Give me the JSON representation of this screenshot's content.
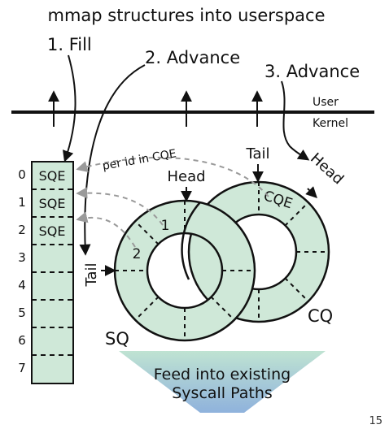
{
  "title": "mmap structures into userspace",
  "steps": {
    "fill": "1. Fill",
    "advance_sq": "2. Advance",
    "advance_cq": "3. Advance"
  },
  "boundary": {
    "user": "User",
    "kernel": "Kernel"
  },
  "sq_array": {
    "indices": [
      "0",
      "1",
      "2",
      "3",
      "4",
      "5",
      "6",
      "7"
    ],
    "entries": [
      "SQE",
      "SQE",
      "SQE"
    ]
  },
  "annotation": "per id in CQE",
  "sq_ring": {
    "name": "SQ",
    "tail": "Tail",
    "head": "Head",
    "slots": [
      "1",
      "2"
    ]
  },
  "cq_ring": {
    "name": "CQ",
    "tail": "Tail",
    "head": "Head",
    "entry": "CQE"
  },
  "syscall": {
    "line1": "Feed into existing",
    "line2": "Syscall Paths"
  },
  "colors": {
    "ring_fill": "#cfe8d8",
    "arrow_gray": "#9a9a9a",
    "funnel_top": "#bfe3d2",
    "funnel_bottom": "#8fb2dc"
  },
  "page_number": "15"
}
